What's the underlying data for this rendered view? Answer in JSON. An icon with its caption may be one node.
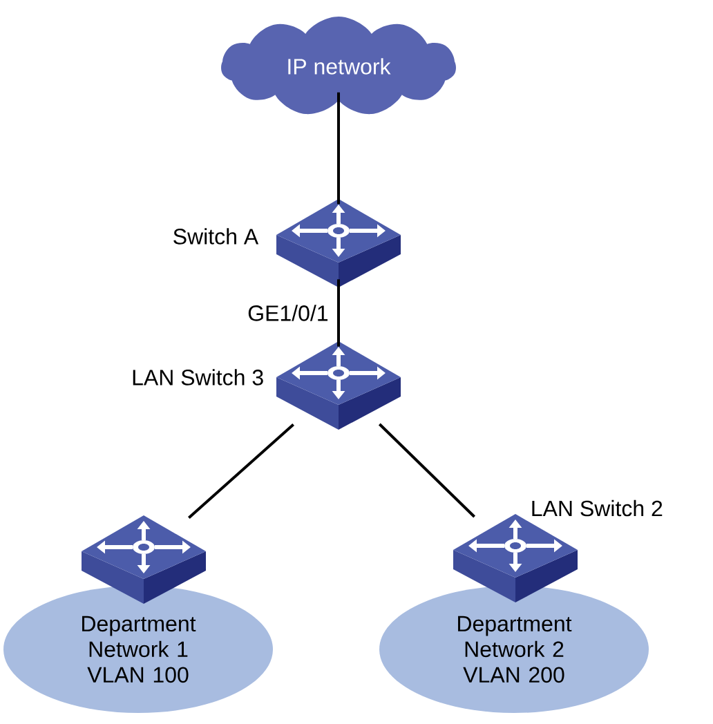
{
  "diagram": {
    "nodes": [
      {
        "text": [
          "IP network"
        ]
      },
      {
        "text": [],
        "shape": "switch",
        "beside": [
          "Switch A"
        ]
      },
      {
        "text": [],
        "shape": "switch",
        "beside": [
          "LAN Switch 3"
        ]
      },
      {
        "text": [],
        "shape": "switch"
      },
      {
        "text": [
          "Department Network 1 VLAN 100"
        ]
      },
      {
        "text": [],
        "shape": "switch",
        "beside": [
          "LAN Switch 2"
        ]
      },
      {
        "text": [
          "Department Network 2 VLAN 200"
        ]
      }
    ],
    "edges": [
      {
        "from": 0,
        "to": 1,
        "arrow": "none"
      },
      {
        "from": 1,
        "to": 2,
        "arrow": "none",
        "label": "GE1/0/1"
      },
      {
        "from": 2,
        "to": 3,
        "arrow": "none"
      },
      {
        "from": 2,
        "to": 5,
        "arrow": "none"
      }
    ]
  }
}
